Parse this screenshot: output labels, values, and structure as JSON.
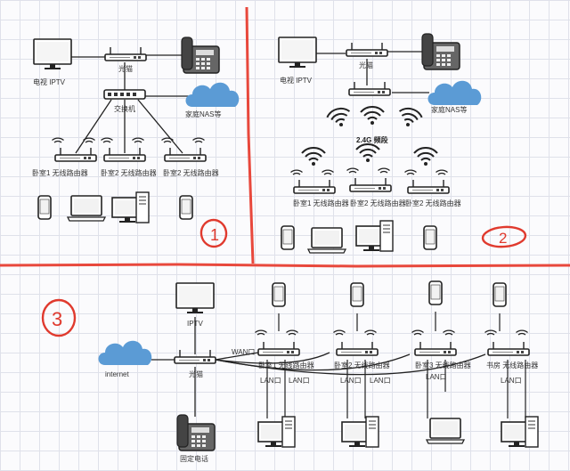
{
  "section1": {
    "tv_label": "电视 IPTV",
    "modem_label": "光猫",
    "switch_label": "交换机",
    "nas_label": "家庭NAS等",
    "routers": [
      "卧室1 无线路由器",
      "卧室2 无线路由器",
      "卧室2 无线路由器"
    ],
    "number": "1"
  },
  "section2": {
    "tv_label": "电视 IPTV",
    "modem_label": "光猫",
    "nas_label": "家庭NAS等",
    "band_label": "2.4G 频段",
    "routers": [
      "卧室1 无线路由器",
      "卧室2 无线路由器",
      "卧室2 无线路由器"
    ],
    "number": "2"
  },
  "section3": {
    "number": "3",
    "tv_label": "IPTV",
    "internet_label": "internet",
    "modem_label": "光猫",
    "phone_label": "固定电话",
    "wan_label": "WAN口",
    "lan_label": "LAN口",
    "routers": [
      "卧室1 无线路由器",
      "卧室2 无线路由器",
      "卧室3 无线路由器",
      "书房 无线路由器"
    ]
  },
  "colors": {
    "divider": "#e8483c",
    "annotation": "#e03a2e",
    "cloud": "#5b9bd5",
    "line": "#222222"
  }
}
